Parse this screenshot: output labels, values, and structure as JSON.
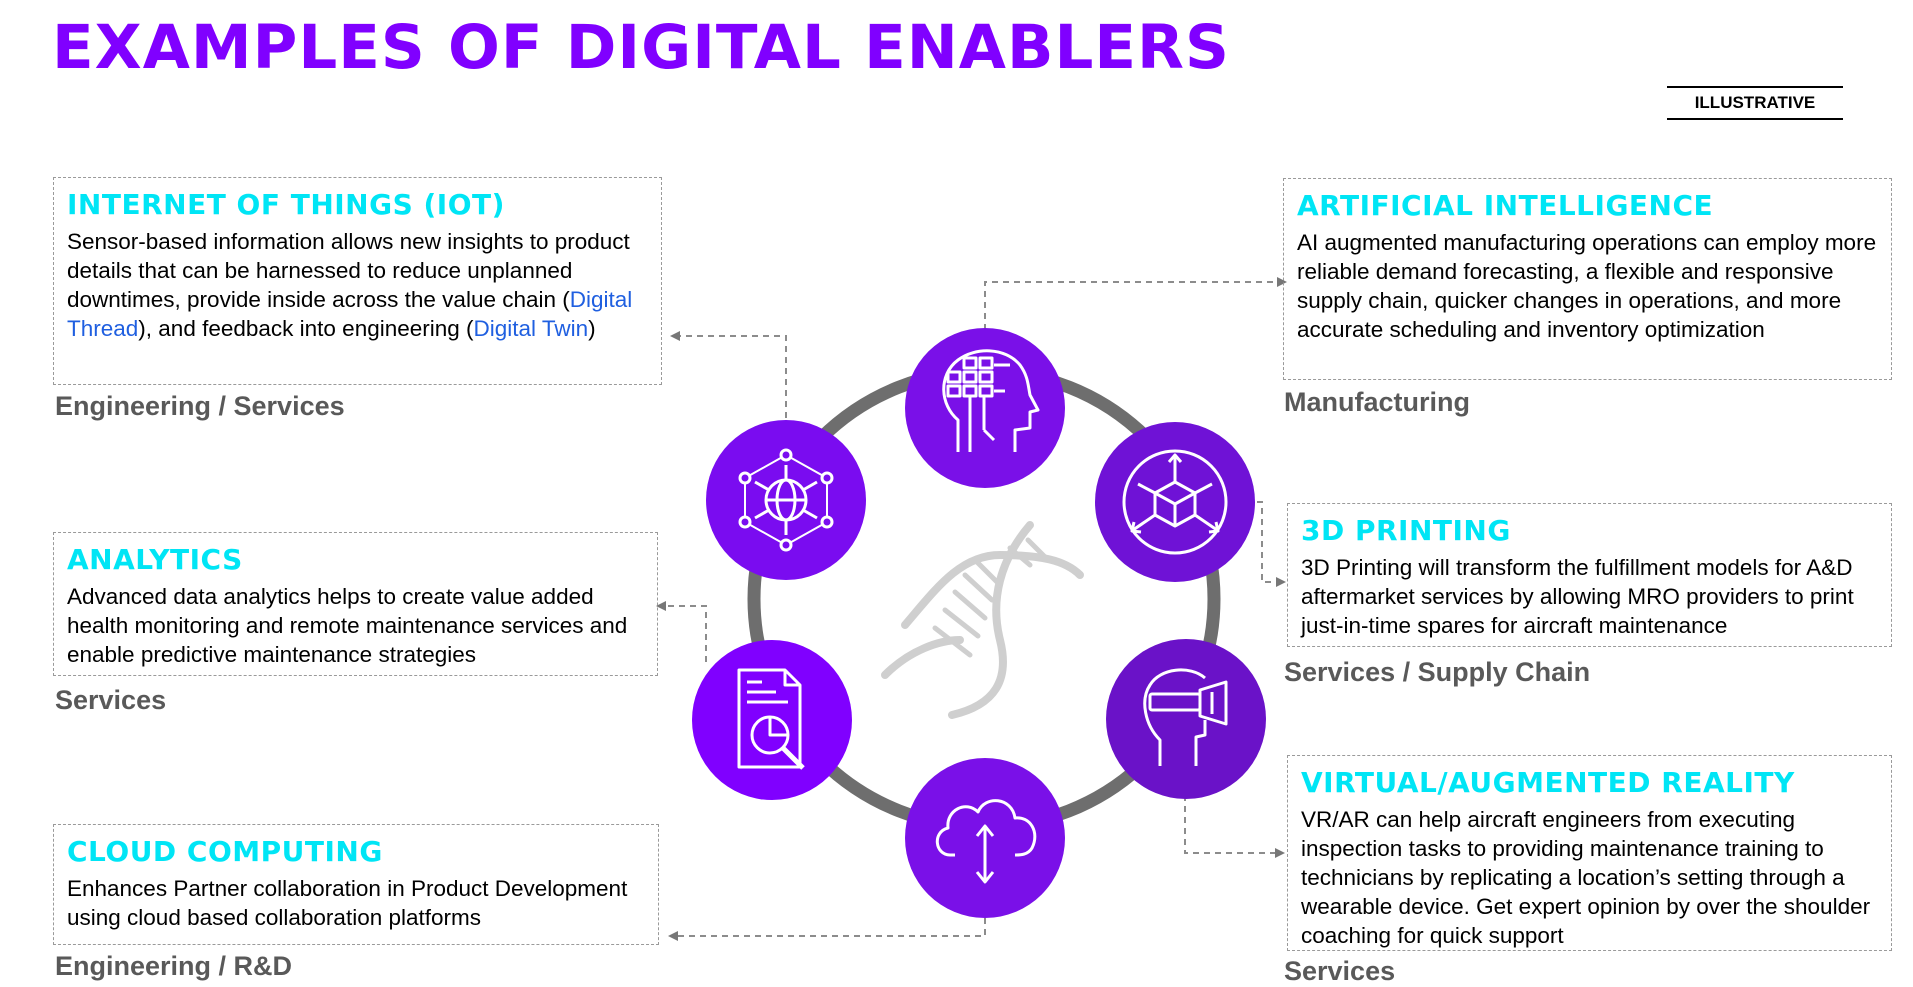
{
  "title": "EXAMPLES OF DIGITAL ENABLERS",
  "badge": "ILLUSTRATIVE",
  "colors": {
    "purple": "#8000ff",
    "cyan": "#00e5f5",
    "ring": "#6e6e6e",
    "link": "#1f5fe0",
    "category": "#595959"
  },
  "enablers": {
    "iot": {
      "heading": "INTERNET OF THINGS (IOT)",
      "text_1": "Sensor-based information allows new insights to product details that can be harnessed to reduce unplanned downtimes, provide inside across the value chain (",
      "link_1": "Digital Thread",
      "text_2": "), and feedback into engineering (",
      "link_2": "Digital Twin",
      "text_3": ")",
      "category": "Engineering / Services",
      "icon": "globe-network-icon"
    },
    "analytics": {
      "heading": "ANALYTICS",
      "text": "Advanced data analytics helps to create value added health monitoring and remote maintenance services and enable predictive maintenance strategies",
      "category": "Services",
      "icon": "report-analysis-icon"
    },
    "cloud": {
      "heading": "CLOUD COMPUTING",
      "text": "Enhances Partner collaboration in Product Development using cloud based collaboration platforms",
      "category": "Engineering / R&D",
      "icon": "cloud-sync-icon"
    },
    "ai": {
      "heading": "ARTIFICIAL INTELLIGENCE",
      "text": "AI augmented manufacturing operations can employ more reliable demand forecasting, a flexible and responsive supply chain, quicker changes in operations, and more accurate scheduling and inventory optimization",
      "category": "Manufacturing",
      "icon": "ai-head-icon"
    },
    "printing": {
      "heading": "3D PRINTING",
      "text": "3D Printing will transform the fulfillment models for A&D aftermarket services by allowing MRO providers to print just-in-time spares for aircraft maintenance",
      "category": "Services / Supply Chain",
      "icon": "3d-cube-icon"
    },
    "vr": {
      "heading": "VIRTUAL/AUGMENTED REALITY",
      "text": "VR/AR can help aircraft engineers from executing inspection tasks to providing maintenance training to technicians by replicating a location’s setting through a wearable device. Get expert opinion by over the shoulder coaching for quick support",
      "category": "Services",
      "icon": "vr-headset-icon"
    }
  },
  "center_icon": "dna-icon"
}
